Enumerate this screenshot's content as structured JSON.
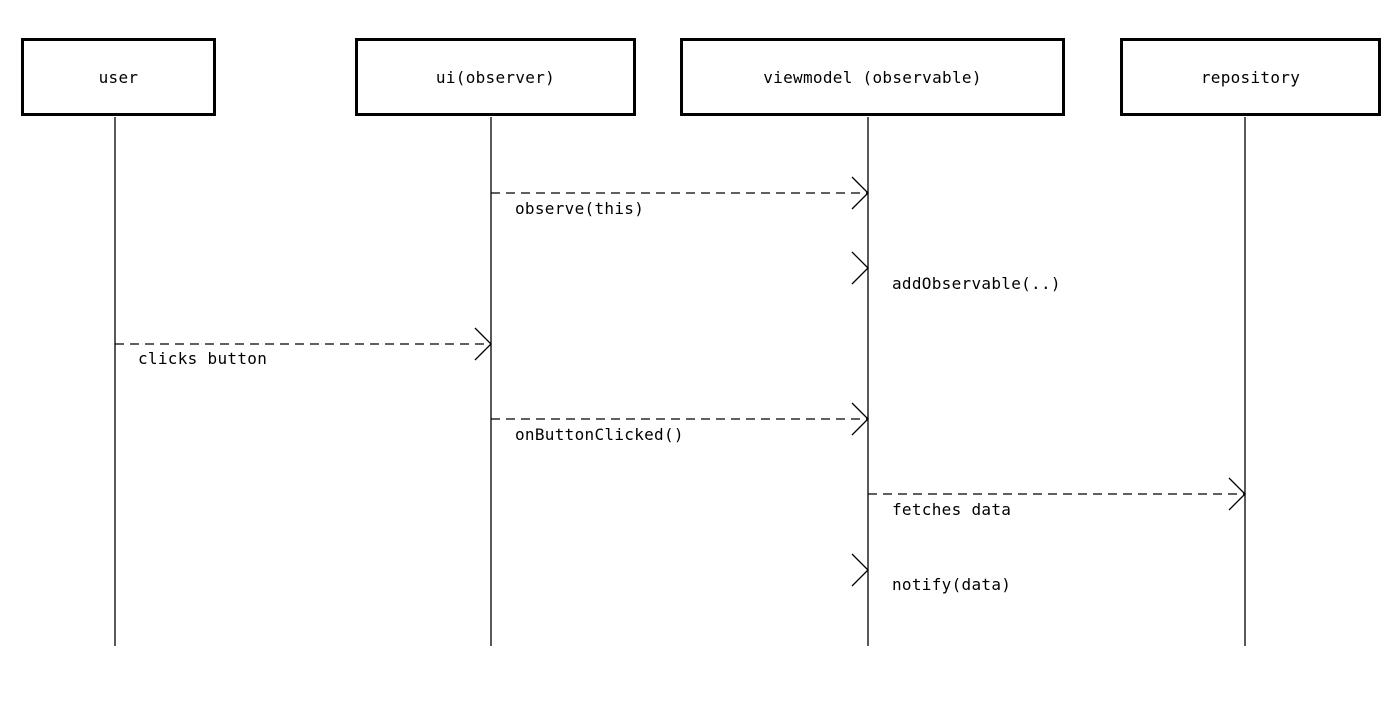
{
  "participants": [
    {
      "id": "user",
      "label": "user"
    },
    {
      "id": "ui",
      "label": "ui(observer)"
    },
    {
      "id": "viewmodel",
      "label": "viewmodel (observable)"
    },
    {
      "id": "repository",
      "label": "repository"
    }
  ],
  "messages": [
    {
      "from": "ui",
      "to": "viewmodel",
      "label": "observe(this)"
    },
    {
      "from": "viewmodel",
      "to": "viewmodel",
      "label": "addObservable(..)"
    },
    {
      "from": "user",
      "to": "ui",
      "label": "clicks button"
    },
    {
      "from": "ui",
      "to": "viewmodel",
      "label": "onButtonClicked()"
    },
    {
      "from": "viewmodel",
      "to": "repository",
      "label": "fetches data"
    },
    {
      "from": "viewmodel",
      "to": "viewmodel",
      "label": "notify(data)"
    }
  ],
  "style": {
    "line_color": "#000000",
    "background": "#ffffff"
  }
}
